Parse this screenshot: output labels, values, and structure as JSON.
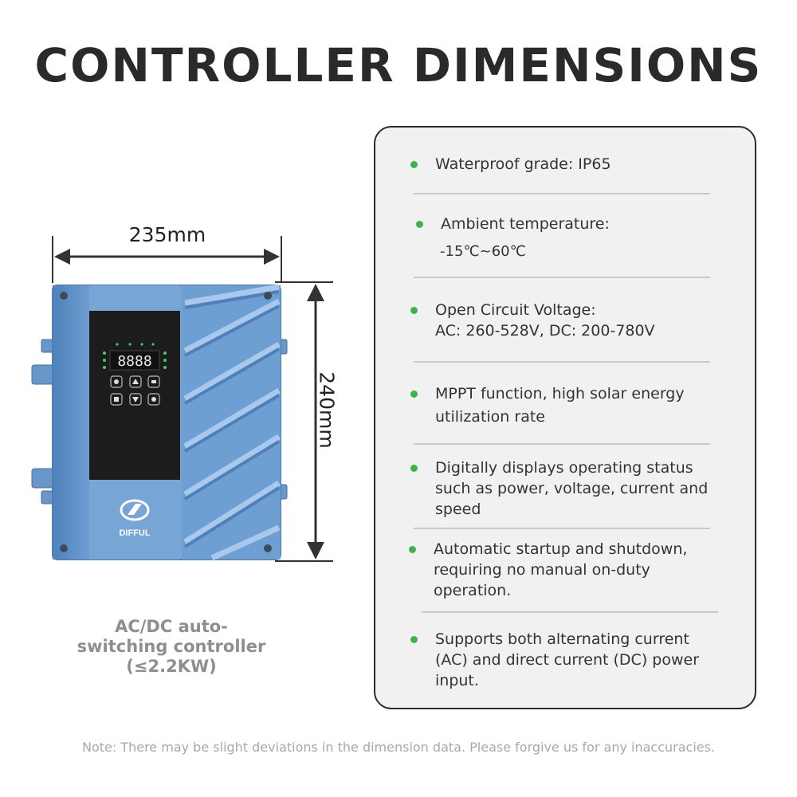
{
  "title": "CONTROLLER DIMENSIONS",
  "dimensions": {
    "width_label": "235mm",
    "height_label": "240mm"
  },
  "device": {
    "display_digits": "8888",
    "brand": "DIFFUL",
    "brand_color": "#6f9fd2",
    "panel_color": "#1c1c1c"
  },
  "caption": {
    "lines": [
      "AC/DC auto-",
      "switching controller",
      "(≤2.2KW)"
    ]
  },
  "specs": [
    {
      "lines": [
        "Waterproof grade: IP65"
      ]
    },
    {
      "lines": [
        "Ambient temperature:"
      ],
      "sub": "-15℃~60℃"
    },
    {
      "lines": [
        "Open Circuit Voltage:",
        "AC: 260-528V, DC: 200-780V"
      ]
    },
    {
      "lines": [
        "MPPT function, high solar energy",
        "utilization rate"
      ]
    },
    {
      "lines": [
        "Digitally displays operating status",
        "such as power, voltage, current and",
        "speed"
      ]
    },
    {
      "lines": [
        "Automatic startup and shutdown,",
        "requiring no manual on-duty",
        "operation."
      ]
    },
    {
      "lines": [
        "Supports both alternating current",
        "(AC) and direct current (DC) power",
        "input."
      ]
    }
  ],
  "bullet_color": "#3bb44a",
  "note": "Note: There may be slight deviations in the dimension data. Please forgive us for any inaccuracies."
}
